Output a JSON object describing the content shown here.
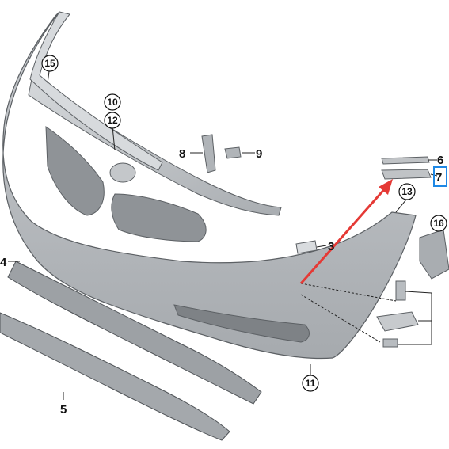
{
  "labels": {
    "n15": "15",
    "n10": "10",
    "n12": "12",
    "n8": "8",
    "n9": "9",
    "n6": "6",
    "n7": "7",
    "n13": "13",
    "n16": "16",
    "n3": "3",
    "n4": "4",
    "n5": "5",
    "n11": "11"
  },
  "colors": {
    "part_fill": "#b8bcc0",
    "part_light": "#cfd2d5",
    "part_dark": "#8f9397",
    "outline": "#5c6064",
    "arrow": "#e53935",
    "highlight_box": "#1e88e5"
  }
}
